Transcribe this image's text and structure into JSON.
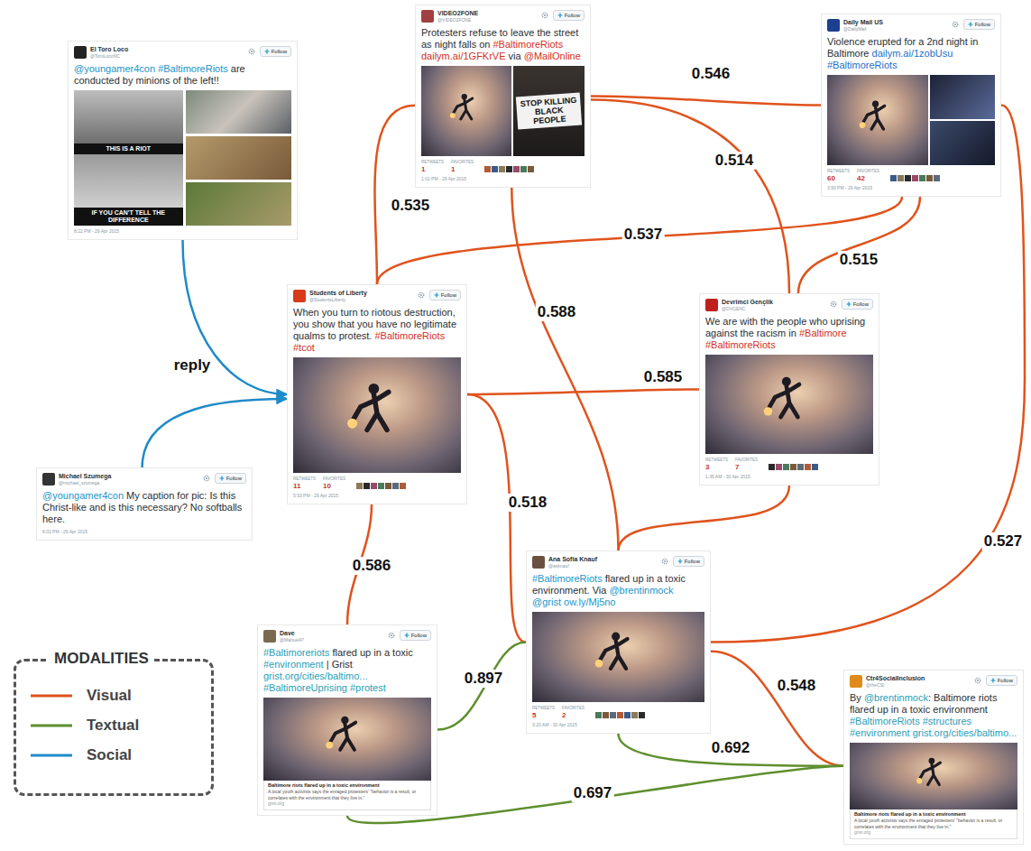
{
  "diagram": {
    "nodes": [
      {
        "text": [
          "El Toro Loco",
          "@ToroLocoNC",
          "Follow",
          "@youngamer4con #BaltimoreRiots are conducted by minions of the left!!",
          "THIS IS A RIOT",
          "IF YOU CAN'T TELL THE DIFFERENCE",
          "8:22 PM - 29 Apr 2015"
        ]
      },
      {
        "text": [
          "VIDEO2FONE",
          "@VIDEO2FONE",
          "Follow",
          "Protesters refuse to leave the street as night falls on #BaltimoreRiots dailym.ai/1GFKrVE via @MailOnline",
          "STOP KILLING BLACK PEOPLE",
          "RETWEETS",
          "1",
          "FAVORITES",
          "1",
          "1:01 PM - 29 Apr 2015"
        ]
      },
      {
        "text": [
          "Daily Mail US",
          "@DailyMail",
          "Follow",
          "Violence erupted for a 2nd night in Baltimore dailym.ai/1zobUsu #BaltimoreRiots",
          "RETWEETS",
          "60",
          "FAVORITES",
          "42",
          "3:50 PM - 29 Apr 2015"
        ]
      },
      {
        "text": [
          "Students of Liberty",
          "@StudentsLiberty",
          "Follow",
          "When you turn to riotous destruction, you show that you have no legitimate qualms to protest. #BaltimoreRiots #tcot",
          "RETWEETS",
          "11",
          "FAVORITES",
          "10",
          "5:53 PM - 29 Apr 2015"
        ]
      },
      {
        "text": [
          "Devrimci Gençlik",
          "@DVGENC",
          "Follow",
          "We are with the people who uprising against the racism in #Baltimore #BaltimoreRiots",
          "RETWEETS",
          "3",
          "FAVORITES",
          "7",
          "1:36 AM - 30 Apr 2015"
        ]
      },
      {
        "text": [
          "Michael Szumega",
          "@michael_szumega",
          "Follow",
          "@youngamer4con My caption for pic: Is this Christ-like and is this necessary? No softballs here.",
          "6:02 PM - 29 Apr 2015"
        ]
      },
      {
        "text": [
          "Ana Sofia Knauf",
          "@asknauf",
          "Follow",
          "#BaltimoreRiots flared up in a toxic environment. Via @brentinmock @grist ow.ly/Mj5no",
          "RETWEETS",
          "5",
          "FAVORITES",
          "2",
          "3:20 AM - 30 Apr 2015"
        ]
      },
      {
        "text": [
          "Dave",
          "@Manuel47",
          "Follow",
          "#Baltimoreriots flared up in a toxic #environment | Grist grist.org/cities/baltimo... #BaltimoreUprising #protest",
          "Baltimore riots flared up in a toxic environment",
          "A local youth activists says the enraged protesters' \"behavior is a result, or correlates with the environment that they live in.\"",
          "grist.org"
        ]
      },
      {
        "text": [
          "Ctr4SocialInclusion",
          "@theCSI",
          "Follow",
          "By @brentinmock: Baltimore riots flared up in a toxic environment #BaltimoreRiots #structures #environment grist.org/cities/baltimo...",
          "Baltimore riots flared up in a toxic environment",
          "A local youth activists says the enraged protesters' \"behavior is a result, or correlates with the environment that they live in.\"",
          "grist.org"
        ]
      }
    ],
    "edges": [
      {
        "from": 1,
        "to": 3,
        "arrow": "none",
        "label": "0.535"
      },
      {
        "from": 1,
        "to": 2,
        "arrow": "none",
        "label": "0.546"
      },
      {
        "from": 1,
        "to": 4,
        "arrow": "none",
        "label": "0.514"
      },
      {
        "from": 1,
        "to": 6,
        "arrow": "none",
        "label": "0.588"
      },
      {
        "from": 2,
        "to": 3,
        "arrow": "none",
        "label": "0.537"
      },
      {
        "from": 2,
        "to": 4,
        "arrow": "none",
        "label": "0.515"
      },
      {
        "from": 2,
        "to": 6,
        "arrow": "none",
        "label": "0.527"
      },
      {
        "from": 3,
        "to": 4,
        "arrow": "none",
        "label": "0.585"
      },
      {
        "from": 3,
        "to": 6,
        "arrow": "none",
        "label": "0.518"
      },
      {
        "from": 3,
        "to": 7,
        "arrow": "none",
        "label": "0.586"
      },
      {
        "from": 4,
        "to": 6,
        "arrow": "none"
      },
      {
        "from": 6,
        "to": 8,
        "arrow": "none",
        "label": "0.548"
      },
      {
        "from": 7,
        "to": 6,
        "arrow": "none",
        "label": "0.897"
      },
      {
        "from": 6,
        "to": 8,
        "arrow": "none",
        "label": "0.692"
      },
      {
        "from": 7,
        "to": 8,
        "arrow": "none",
        "label": "0.697"
      },
      {
        "from": 0,
        "to": 3,
        "arrow": "to",
        "label": "reply"
      },
      {
        "from": 5,
        "to": 3,
        "arrow": "to"
      }
    ],
    "labels": [
      "MODALITIES"
    ],
    "legend": [
      {
        "text": "Visual"
      },
      {
        "text": "Textual"
      },
      {
        "text": "Social"
      }
    ]
  }
}
